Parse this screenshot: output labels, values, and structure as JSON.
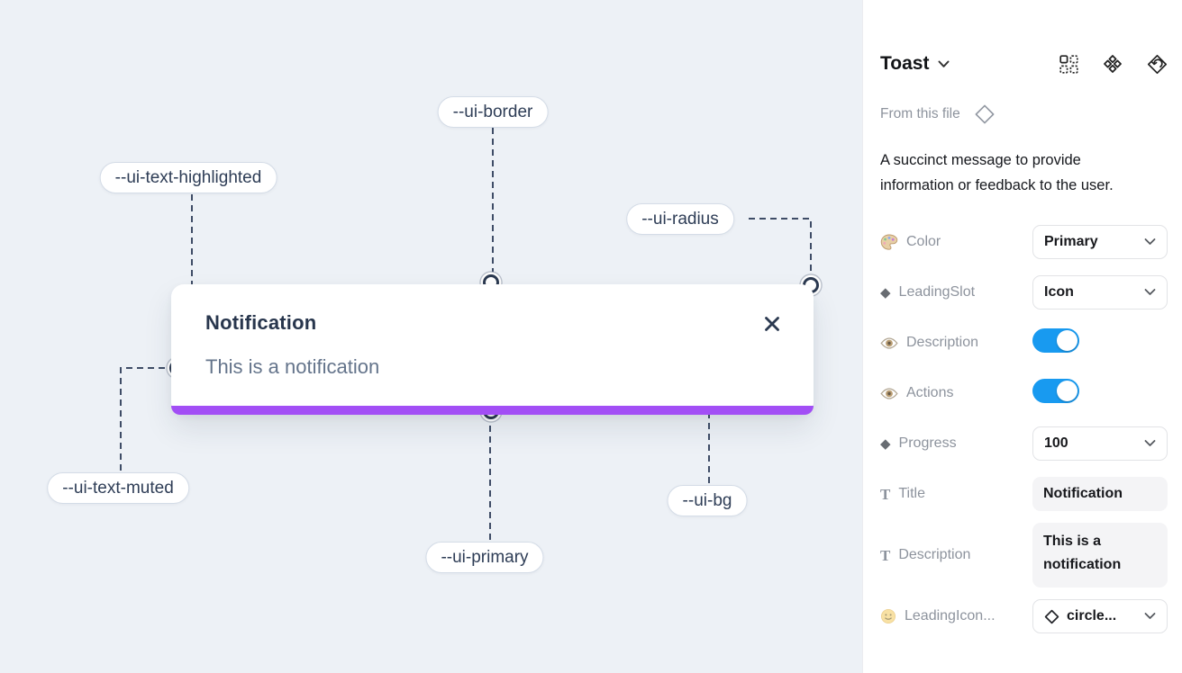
{
  "canvas": {
    "toast": {
      "title": "Notification",
      "description": "This is a notification",
      "close_icon": "x-icon",
      "progress_color": "#a24ef5"
    },
    "annotations": [
      {
        "label": "--ui-border"
      },
      {
        "label": "--ui-text-highlighted"
      },
      {
        "label": "--ui-radius"
      },
      {
        "label": "--ui-text-muted"
      },
      {
        "label": "--ui-primary"
      },
      {
        "label": "--ui-bg"
      }
    ]
  },
  "panel": {
    "title": "Toast",
    "header_icons": [
      "instance-grid-icon",
      "component-icon",
      "return-diamond-icon"
    ],
    "source_label": "From this file",
    "source_icon": "diamond-outline-icon",
    "description": "A succinct message to provide information or feedback to the user.",
    "props": [
      {
        "icon": "palette-icon",
        "label": "Color",
        "control": "dropdown",
        "value": "Primary"
      },
      {
        "icon": "diamond-icon",
        "label": "LeadingSlot",
        "control": "dropdown",
        "value": "Icon"
      },
      {
        "icon": "eye-icon",
        "label": "Description",
        "control": "toggle",
        "value": "on"
      },
      {
        "icon": "eye-icon",
        "label": "Actions",
        "control": "toggle",
        "value": "on"
      },
      {
        "icon": "diamond-icon",
        "label": "Progress",
        "control": "dropdown",
        "value": "100"
      },
      {
        "icon": "text-icon",
        "label": "Title",
        "control": "text",
        "value": "Notification"
      },
      {
        "icon": "text-icon",
        "label": "Description",
        "control": "text",
        "value": "This is a notification"
      },
      {
        "icon": "smiley-icon",
        "label": "LeadingIcon...",
        "control": "icon-dropdown",
        "value": "circle..."
      }
    ]
  },
  "colors": {
    "canvas_bg": "#edf1f6",
    "accent_purple": "#a24ef5",
    "toggle_blue": "#189af0",
    "annotation_text": "#2e3d56",
    "title_navy": "#28364d",
    "muted_text": "#64748b"
  }
}
